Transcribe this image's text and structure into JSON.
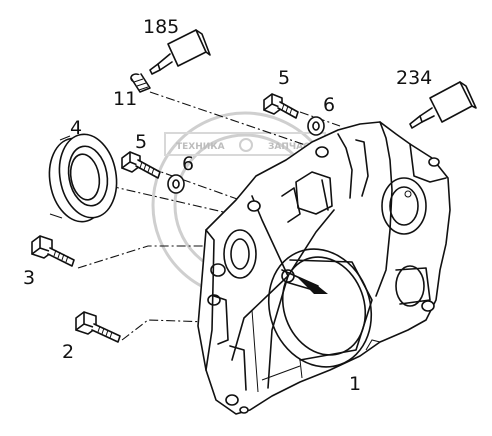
{
  "watermark": {
    "left_text": "ТЕХНИКА",
    "right_text": "ЗАПЧАСТИ"
  },
  "callouts": {
    "sealant_top": "185",
    "sealant_right": "234",
    "plug": "11",
    "bolt_upper_right": "5",
    "washer_upper_right": "6",
    "oil_seal": "4",
    "bolt_mid": "5",
    "washer_mid": "6",
    "bolt_3": "3",
    "bolt_2": "2",
    "housing": "1"
  }
}
